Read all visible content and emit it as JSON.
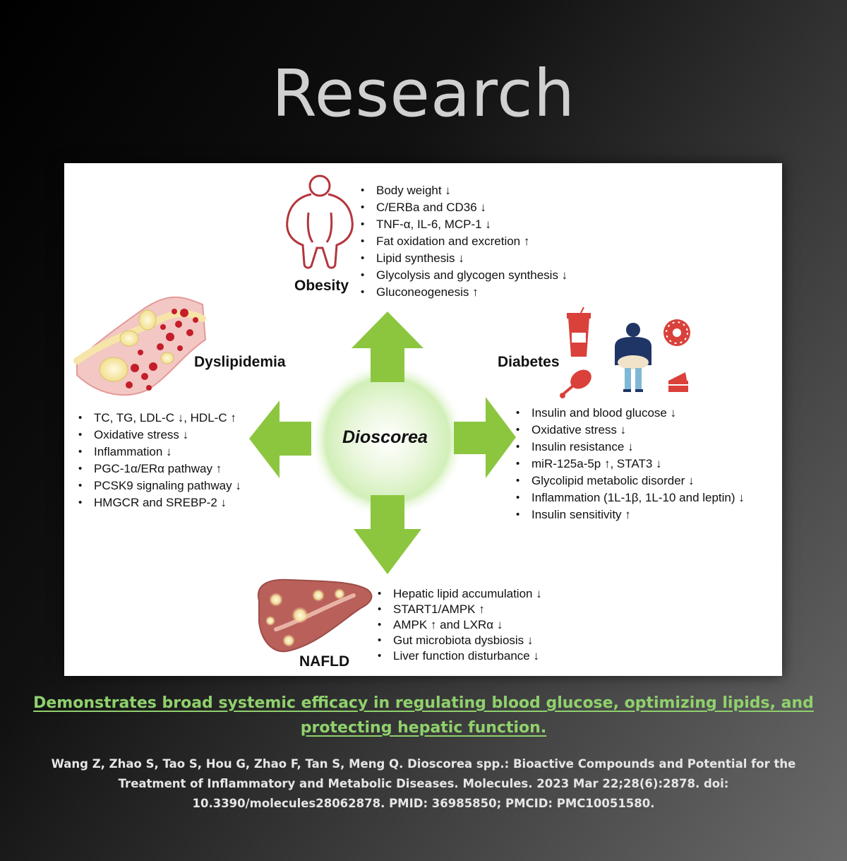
{
  "heading": "Research",
  "diagram": {
    "center": "Dioscorea",
    "obesity": {
      "label": "Obesity",
      "items": [
        "Body weight ↓",
        "C/ERBa and CD36 ↓",
        "TNF-α, IL-6, MCP-1 ↓",
        "Fat oxidation and excretion ↑",
        "Lipid synthesis ↓",
        "Glycolysis and glycogen synthesis ↓",
        "Gluconeogenesis ↑"
      ]
    },
    "dyslipidemia": {
      "label": "Dyslipidemia",
      "items": [
        "TC, TG, LDL-C ↓, HDL-C ↑",
        "Oxidative stress ↓",
        "Inflammation ↓",
        "PGC-1α/ERα pathway ↑",
        "PCSK9 signaling pathway ↓",
        "HMGCR and SREBP-2 ↓"
      ]
    },
    "diabetes": {
      "label": "Diabetes",
      "items": [
        "Insulin and blood glucose ↓",
        "Oxidative stress ↓",
        "Insulin resistance ↓",
        "miR-125a-5p ↑, STAT3 ↓",
        "Glycolipid metabolic disorder ↓",
        "Inflammation (1L-1β, 1L-10 and leptin) ↓",
        "Insulin sensitivity ↑"
      ]
    },
    "nafld": {
      "label": "NAFLD",
      "items": [
        "Hepatic lipid accumulation ↓",
        "START1/AMPK ↑",
        "AMPK ↑ and LXRα ↓",
        "Gut microbiota dysbiosis ↓",
        "Liver function disturbance ↓"
      ]
    },
    "colors": {
      "arrow": "#8cc63f",
      "glow": "#cfeeb0",
      "obesity_outline": "#b3363d",
      "food_red": "#d9413a",
      "liver": "#b9605a"
    }
  },
  "summary": "Demonstrates broad systemic efficacy in regulating blood glucose, optimizing lipids, and protecting hepatic function.",
  "citation": "Wang Z, Zhao S, Tao S, Hou G, Zhao F, Tan S, Meng Q. Dioscorea spp.: Bioactive Compounds and Potential for the Treatment of Inflammatory and Metabolic Diseases. Molecules. 2023 Mar 22;28(6):2878. doi: 10.3390/molecules28062878. PMID: 36985850; PMCID: PMC10051580."
}
